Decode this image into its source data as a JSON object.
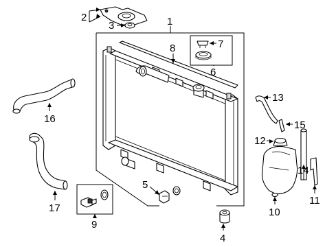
{
  "callouts": {
    "c1": "1",
    "c2": "2",
    "c3": "3",
    "c4": "4",
    "c5": "5",
    "c6": "6",
    "c7": "7",
    "c8": "8",
    "c9": "9",
    "c10": "10",
    "c11": "11",
    "c12": "12",
    "c13": "13",
    "c14": "14",
    "c15": "15",
    "c16": "16",
    "c17": "17"
  },
  "parts": {
    "c1": "radiator-assembly",
    "c2": "upper-mount-bracket",
    "c3": "mount-cushion",
    "c4": "lower-cushion",
    "c5": "drain-plug",
    "c6": "cap-kit",
    "c7": "radiator-cap",
    "c8": "seal-strip",
    "c9": "temperature-sensor",
    "c10": "reserve-tank",
    "c11": "tank-bracket",
    "c12": "tank-cap",
    "c13": "overflow-hose",
    "c14": "tank-pipe",
    "c15": "tank-hose",
    "c16": "upper-radiator-hose",
    "c17": "lower-radiator-hose"
  }
}
